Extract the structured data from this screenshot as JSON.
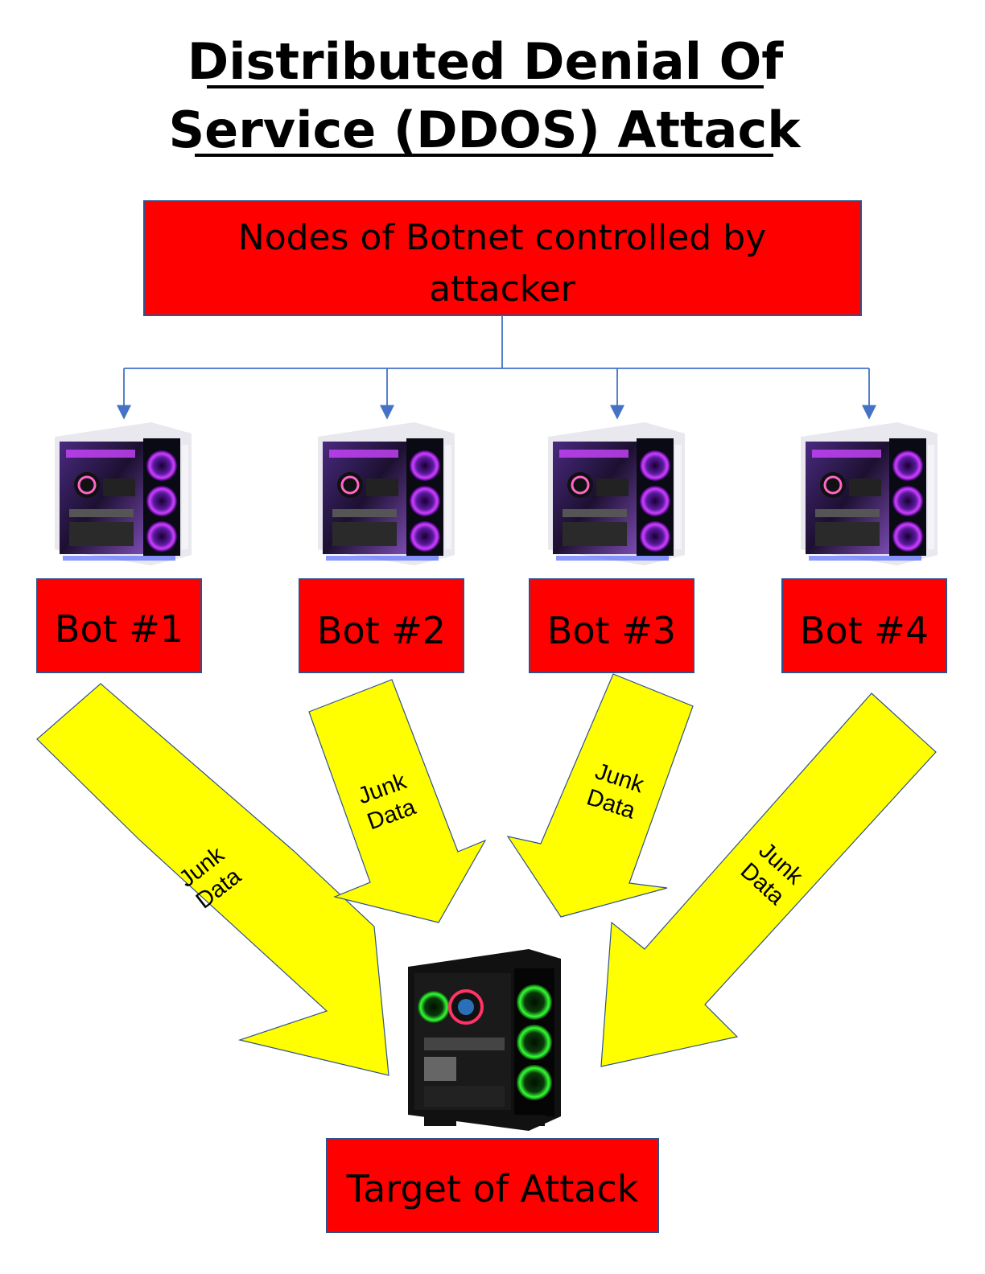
{
  "title": {
    "line1": "Distributed Denial Of",
    "line2": "Service (DDOS) Attack"
  },
  "controller": {
    "line1": "Nodes of Botnet controlled by",
    "line2": "attacker"
  },
  "bots": [
    {
      "label": "Bot #1"
    },
    {
      "label": "Bot #2"
    },
    {
      "label": "Bot #3"
    },
    {
      "label": "Bot #4"
    }
  ],
  "flows": [
    {
      "line1": "Junk",
      "line2": "Data"
    },
    {
      "line1": "Junk",
      "line2": "Data"
    },
    {
      "line1": "Junk",
      "line2": "Data"
    },
    {
      "line1": "Junk",
      "line2": "Data"
    }
  ],
  "target": {
    "label": "Target of Attack"
  },
  "colors": {
    "box_fill": "#ff0000",
    "box_border": "#2f528f",
    "arrow_fill": "#ffff00",
    "connector": "#4472c4"
  },
  "icons": {
    "bot_computer": "computer-case-purple-fans",
    "target_computer": "computer-case-green-fans"
  }
}
